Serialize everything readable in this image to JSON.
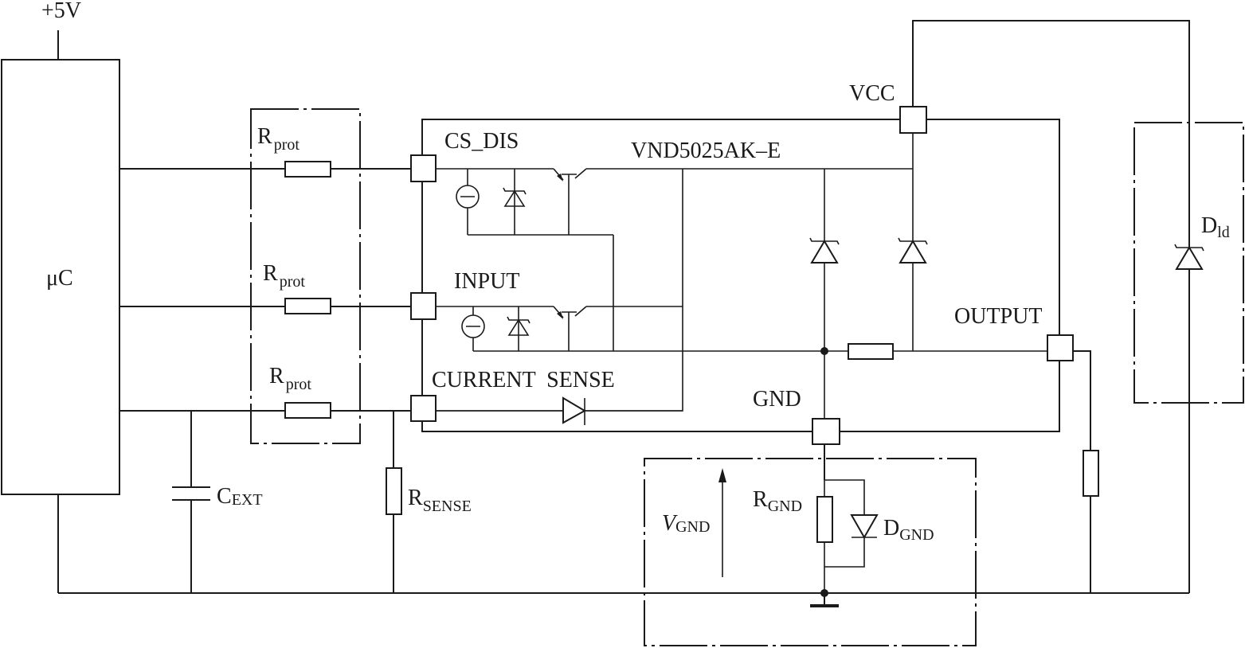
{
  "labels": {
    "supply": "+5V",
    "microcontroller": "μC",
    "rprot_main": "R",
    "rprot_sub": "prot",
    "cs_dis": "CS_DIS",
    "input": "INPUT",
    "current_sense": "CURRENT  SENSE",
    "device": "VND5025AK–E",
    "vcc": "VCC",
    "gnd": "GND",
    "output": "OUTPUT",
    "dld_main": "D",
    "dld_sub": "ld",
    "cext_main": "C",
    "cext_sub": "EXT",
    "rsense_main": "R",
    "rsense_sub": "SENSE",
    "vgnd_main": "V",
    "vgnd_sub": "GND",
    "rgnd_main": "R",
    "rgnd_sub": "GND",
    "dgnd_main": "D",
    "dgnd_sub": "GND"
  },
  "colors": {
    "ink": "#1a1a1a",
    "background": "#ffffff"
  }
}
